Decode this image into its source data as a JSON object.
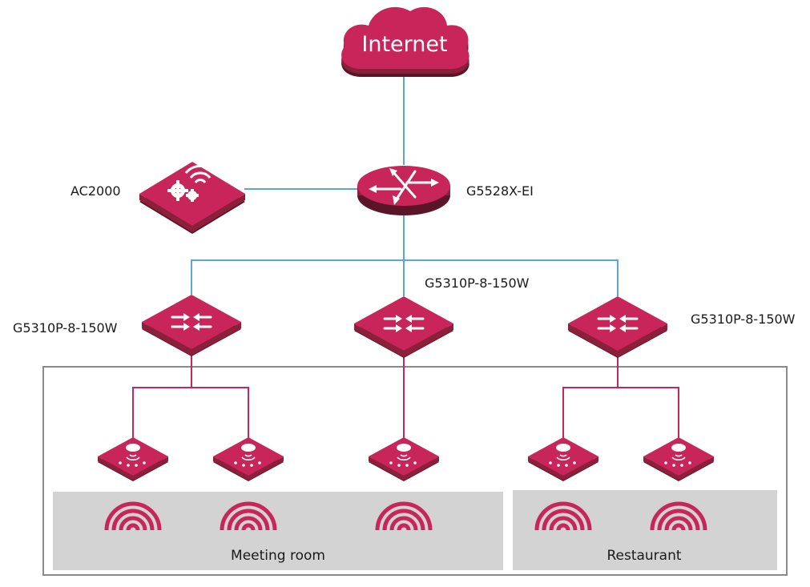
{
  "cloud": {
    "label": "Internet"
  },
  "core_switch": {
    "label": "G5528X-EI"
  },
  "controller": {
    "label": "AC2000"
  },
  "access_switches": [
    {
      "label": "G5310P-8-150W"
    },
    {
      "label": "G5310P-8-150W"
    },
    {
      "label": "G5310P-8-150W"
    }
  ],
  "zones": [
    {
      "label": "Meeting room"
    },
    {
      "label": "Restaurant"
    }
  ],
  "access_point_count": 5,
  "colors": {
    "device_top": "#c8265a",
    "device_side": "#8c1f3c",
    "device_shadow": "#5a1628",
    "uplink": "#5aa8d2",
    "downlink": "#c8265a",
    "zone_fill": "#d3d3d3",
    "frame": "#8a8a8a"
  }
}
